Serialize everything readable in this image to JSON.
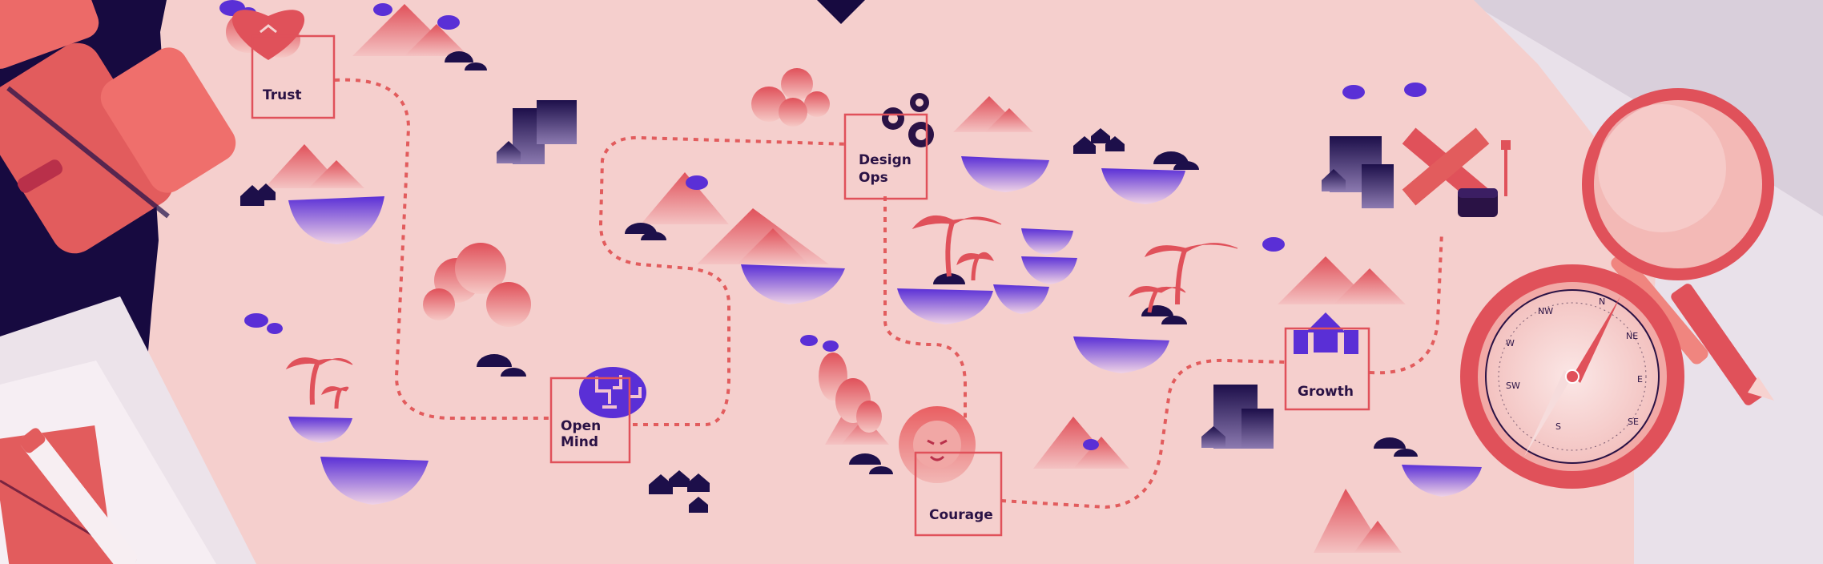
{
  "map": {
    "stops": [
      {
        "id": "trust",
        "lines": [
          "Trust"
        ]
      },
      {
        "id": "open-mind",
        "lines": [
          "Open",
          "Mind"
        ]
      },
      {
        "id": "design-ops",
        "lines": [
          "Design",
          "Ops"
        ]
      },
      {
        "id": "courage",
        "lines": [
          "Courage"
        ]
      },
      {
        "id": "growth",
        "lines": [
          "Growth"
        ]
      }
    ]
  },
  "compass": {
    "directions": [
      "N",
      "NE",
      "E",
      "SE",
      "S",
      "SW",
      "W",
      "NW"
    ]
  },
  "colors": {
    "background": "#170a40",
    "paper": "#f5cfcd",
    "accent": "#e05c5c",
    "purple": "#5a2fd6",
    "dark": "#1d0f4a"
  }
}
